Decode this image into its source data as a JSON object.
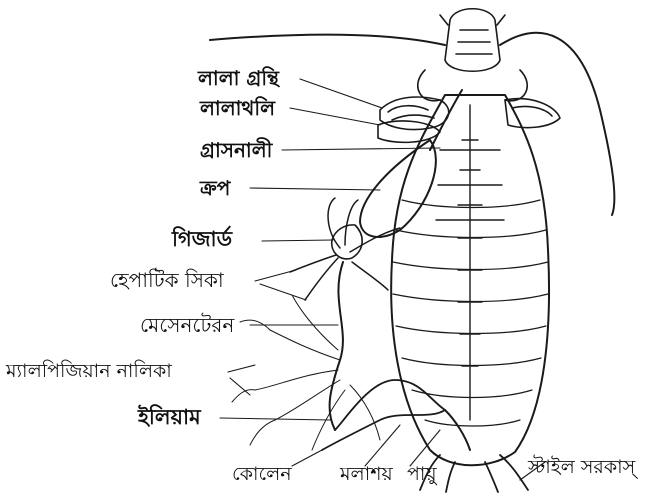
{
  "labels": {
    "salivary_gland": "লালা গ্রন্থি",
    "salivary_reservoir": "লালাথলি",
    "oesophagus": "গ্রাসনালী",
    "crop": "ক্রপ",
    "gizzard": "গিজার্ড",
    "hepatic_caeca": "হেপাটিক সিকা",
    "mesenteron": "মেসেনটেরন",
    "malpighian_tubules": "ম্যালপিজিয়ান নালিকা",
    "ileum": "ইলিয়াম",
    "colon": "কোলেন",
    "rectum": "মলাশয়",
    "anus": "পায়ু",
    "style_cerci": "স্টাইল সরকাস্"
  }
}
